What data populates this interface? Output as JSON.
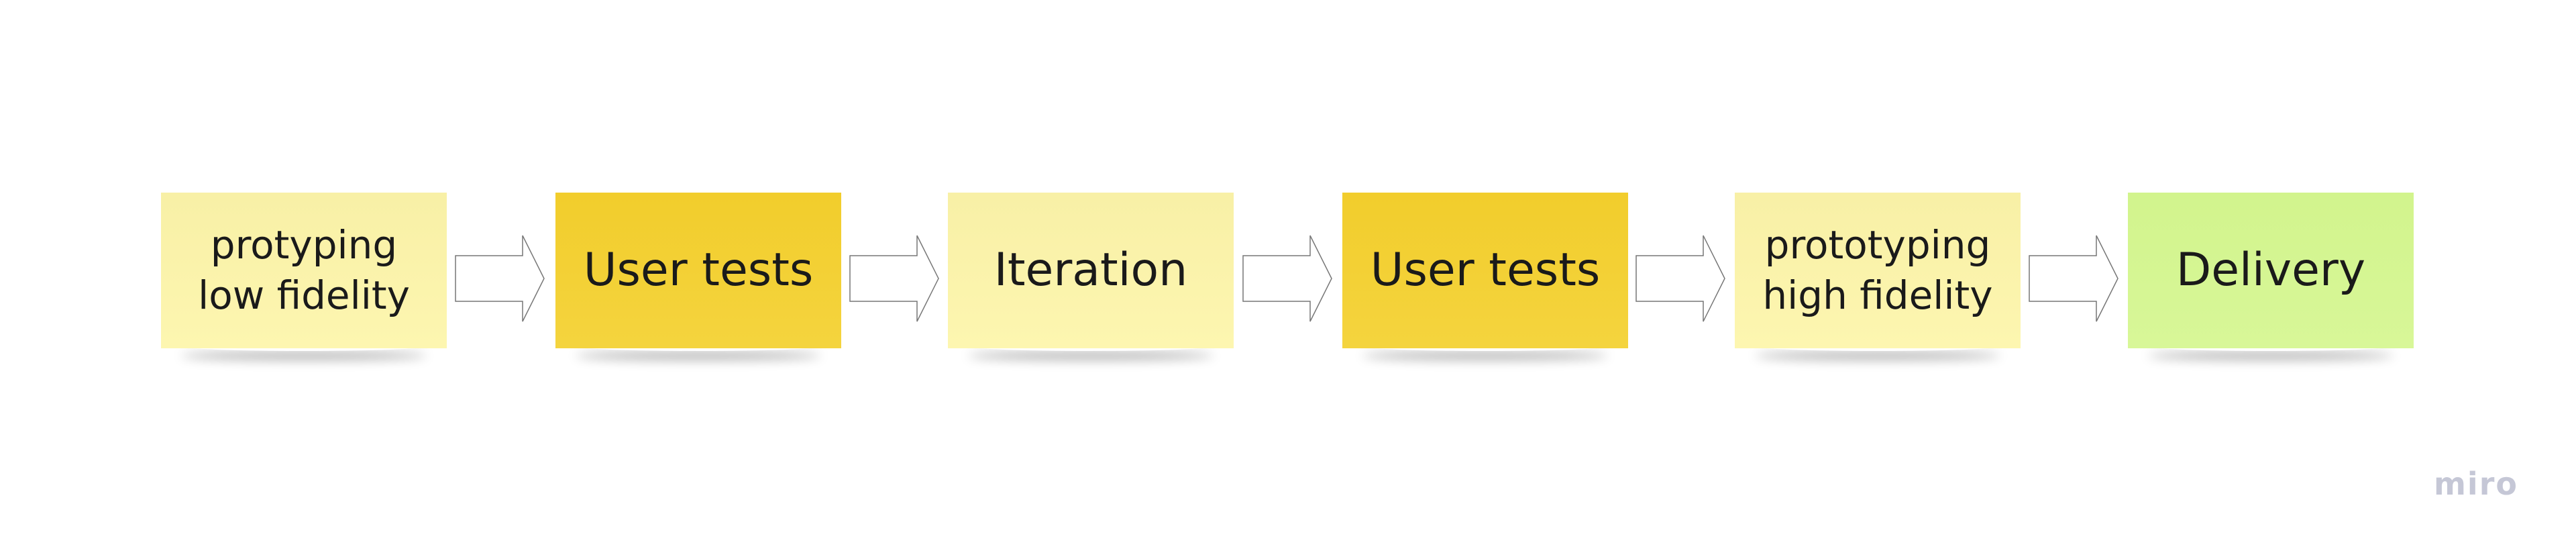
{
  "steps": [
    {
      "label": "protyping\nlow fidelity",
      "color": "#fdf6a8"
    },
    {
      "label": "User tests",
      "color": "#f3cf2f"
    },
    {
      "label": "Iteration",
      "color": "#fdf6a8"
    },
    {
      "label": "User tests",
      "color": "#f3cf2f"
    },
    {
      "label": "prototyping\nhigh fidelity",
      "color": "#fdf6a8"
    },
    {
      "label": "Delivery",
      "color": "#d5f692"
    }
  ],
  "logo": "miro"
}
